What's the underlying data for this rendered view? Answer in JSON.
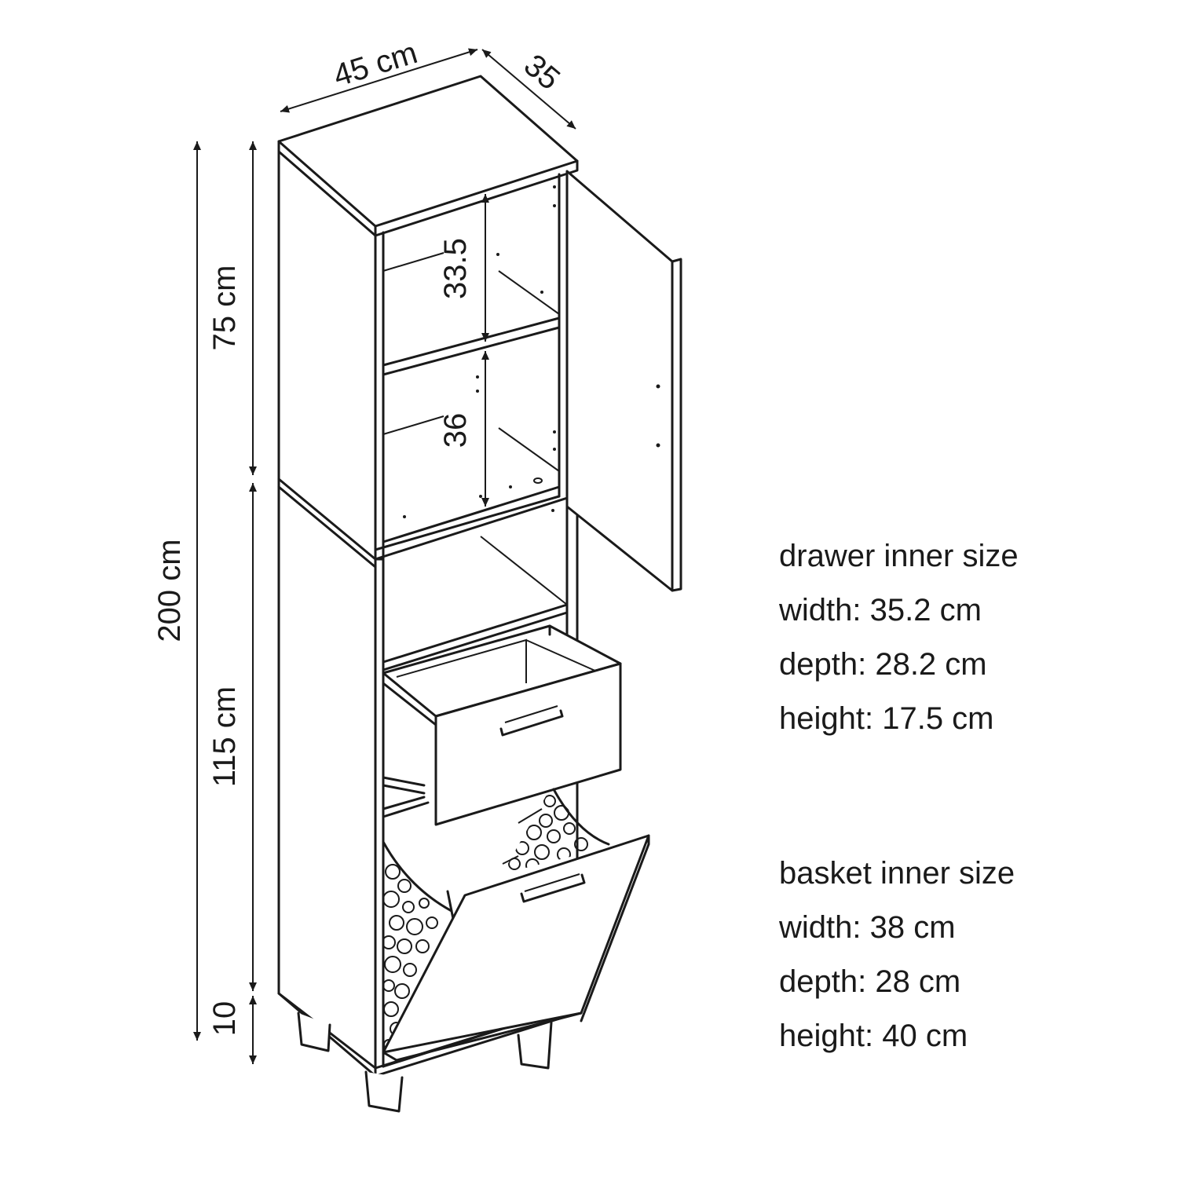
{
  "dimensions": {
    "width": "45 cm",
    "depth": "35",
    "total_height": "200 cm",
    "upper_height": "75 cm",
    "lower_height": "115 cm",
    "leg_height": "10",
    "upper_shelf_gap": "33.5",
    "lower_shelf_gap": "36"
  },
  "drawer_spec": {
    "title": "drawer inner size",
    "width": "width: 35.2 cm",
    "depth": "depth: 28.2 cm",
    "height": "height: 17.5 cm"
  },
  "basket_spec": {
    "title": "basket inner size",
    "width": "width: 38 cm",
    "depth": "depth: 28 cm",
    "height": "height: 40 cm"
  },
  "colors": {
    "line": "#1a1a1a",
    "background": "#ffffff"
  }
}
